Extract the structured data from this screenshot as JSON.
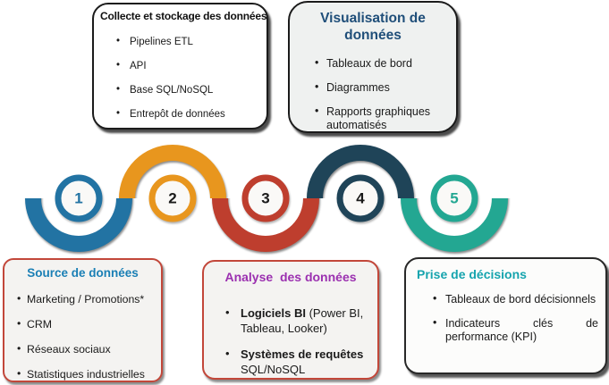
{
  "steps": [
    {
      "number": "1",
      "color": "#2273A3",
      "number_color": "#2273A3"
    },
    {
      "number": "2",
      "color": "#E8961E",
      "number_color": "#1a1a1a"
    },
    {
      "number": "3",
      "color": "#BE3E2E",
      "number_color": "#1a1a1a"
    },
    {
      "number": "4",
      "color": "#1F4458",
      "number_color": "#1a1a1a"
    },
    {
      "number": "5",
      "color": "#23A792",
      "number_color": "#23A792"
    }
  ],
  "boxes": {
    "collecte": {
      "title": "Collecte et stockage des données",
      "title_color": "#111111",
      "border_color": "#1b1b1b",
      "items": [
        "Pipelines ETL",
        "API",
        "Base  SQL/NoSQL",
        "Entrepôt de données"
      ]
    },
    "visualisation": {
      "title": "Visualisation de données",
      "title_color": "#1F4E79",
      "border_color": "#1b1b1b",
      "items": [
        "Tableaux de bord",
        "Diagrammes",
        "Rapports graphiques automatisés"
      ]
    },
    "source": {
      "title": "Source de données",
      "title_color": "#1A7FB5",
      "border_color": "#C2473A",
      "items": [
        "Marketing / Promotions*",
        "CRM",
        "Réseaux sociaux",
        "Statistiques industrielles"
      ]
    },
    "analyse": {
      "title": "Analyse  des données",
      "title_color": "#9B30B0",
      "border_color": "#C2473A",
      "items": [
        {
          "lead": "Logiciels BI",
          "rest": " (Power BI, Tableau, Looker)"
        },
        {
          "lead": "Systèmes de requêtes",
          "rest": " SQL/NoSQL"
        }
      ]
    },
    "decision": {
      "title": "Prise de décisions",
      "title_color": "#16A4AE",
      "border_color": "#282828",
      "items": [
        "Tableaux de bord décisionnels",
        "Indicateurs clés de performance (KPI)"
      ]
    }
  }
}
